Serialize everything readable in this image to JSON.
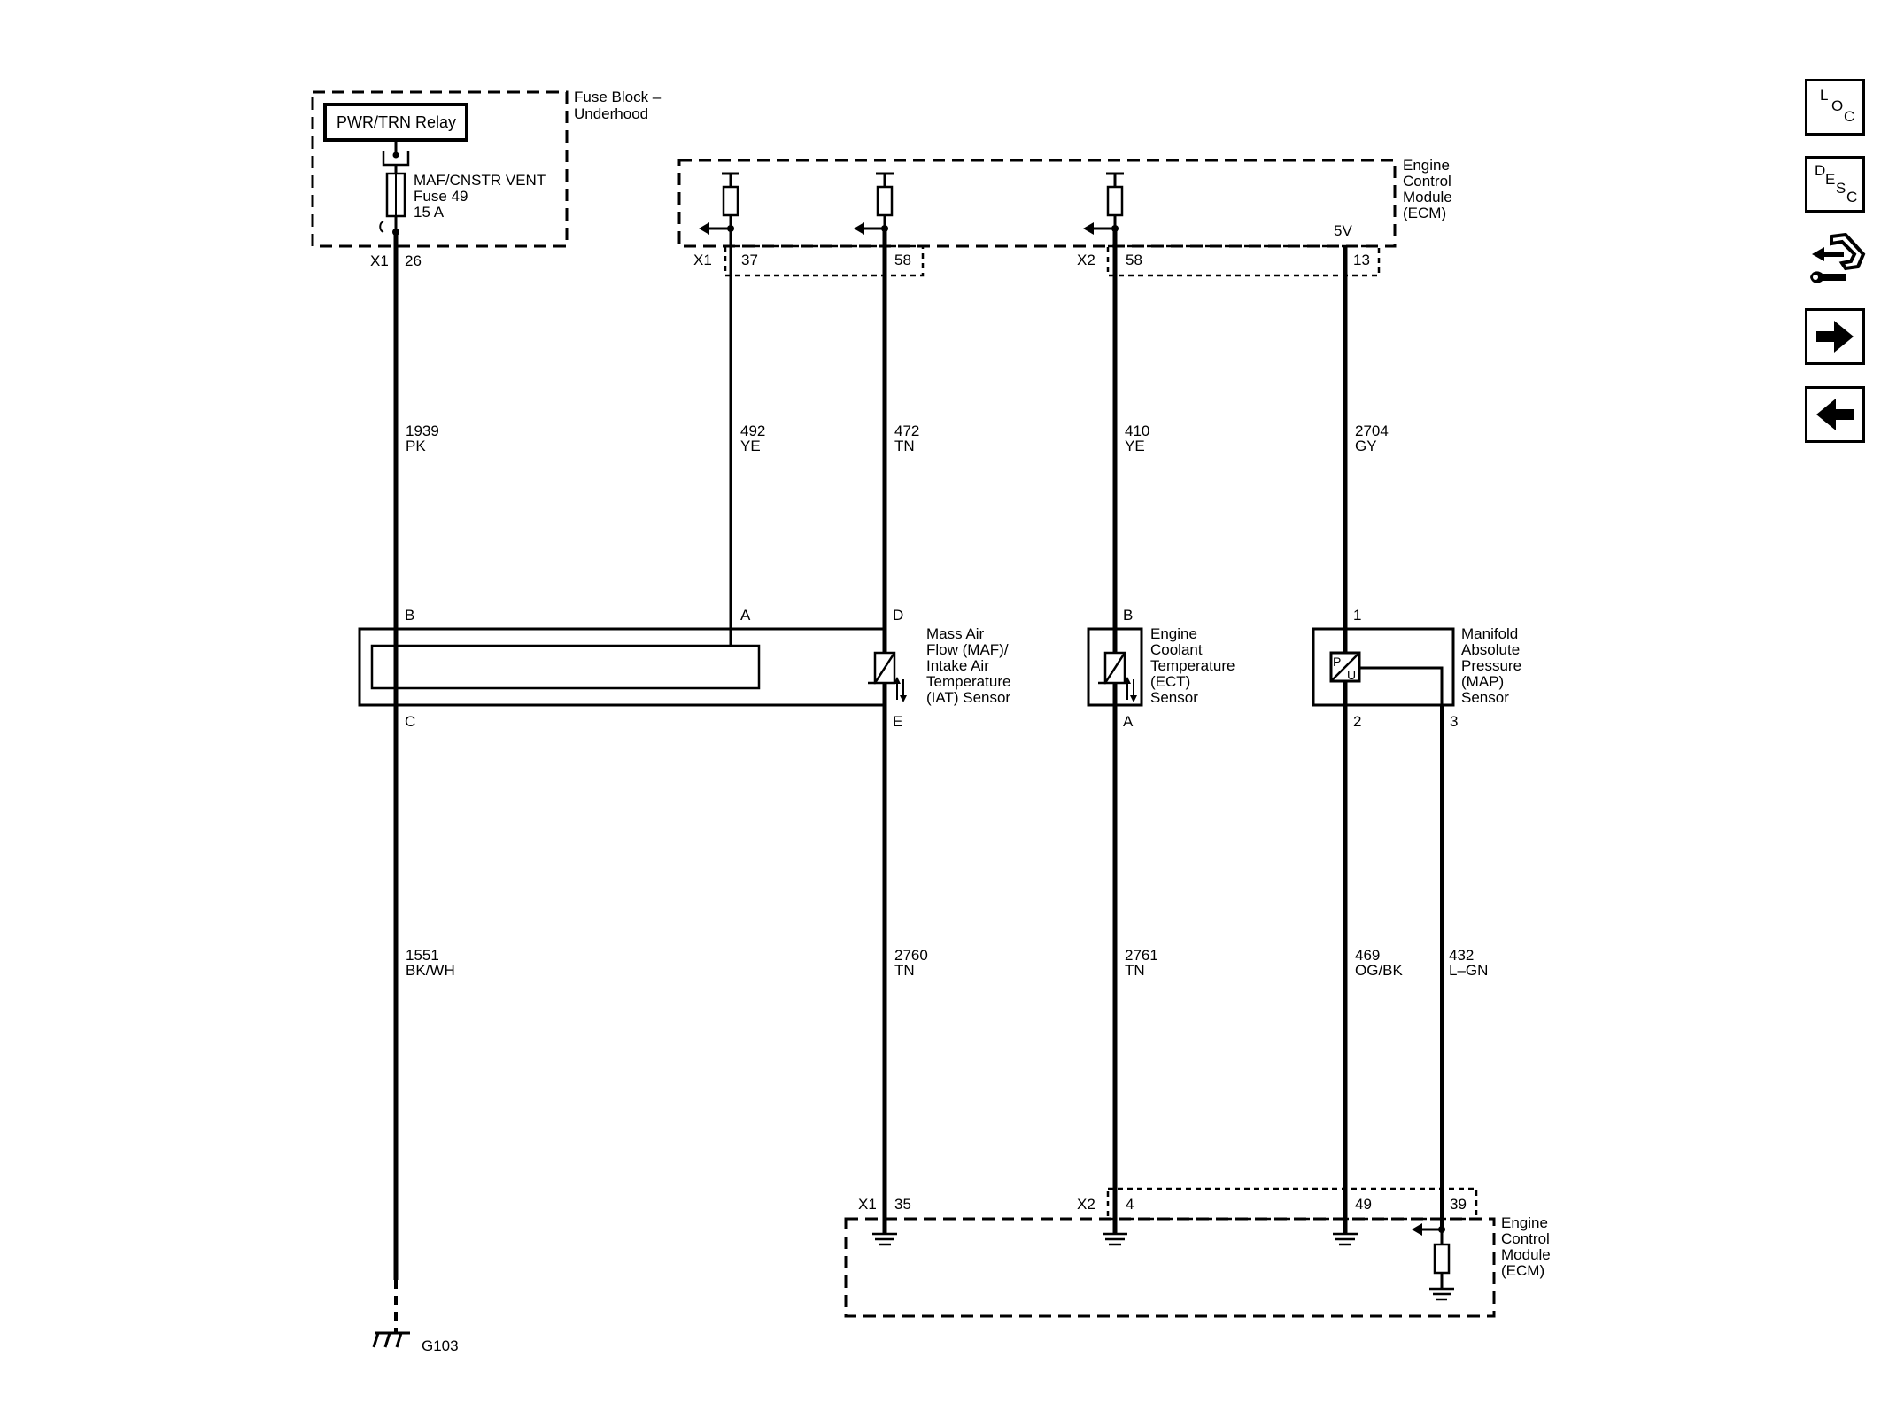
{
  "fuse_block": {
    "title_line1": "Fuse Block –",
    "title_line2": "Underhood",
    "relay_label": "PWR/TRN Relay",
    "fuse_line1": "MAF/CNSTR VENT",
    "fuse_line2": "Fuse 49",
    "fuse_line3": "15 A",
    "connector": "X1",
    "pin": "26"
  },
  "ecm_top": {
    "title_line1": "Engine",
    "title_line2": "Control",
    "title_line3": "Module",
    "title_line4": "(ECM)",
    "voltage": "5V",
    "conn_x1": "X1",
    "pin_37": "37",
    "pin_58a": "58",
    "conn_x2": "X2",
    "pin_58b": "58",
    "pin_13": "13"
  },
  "ecm_bottom": {
    "title_line1": "Engine",
    "title_line2": "Control",
    "title_line3": "Module",
    "title_line4": "(ECM)",
    "conn_x1": "X1",
    "pin_35": "35",
    "conn_x2": "X2",
    "pin_4": "4",
    "pin_49": "49",
    "pin_39": "39"
  },
  "wires": [
    {
      "circuit": "1939",
      "color": "PK"
    },
    {
      "circuit": "492",
      "color": "YE"
    },
    {
      "circuit": "472",
      "color": "TN"
    },
    {
      "circuit": "410",
      "color": "YE"
    },
    {
      "circuit": "2704",
      "color": "GY"
    },
    {
      "circuit": "1551",
      "color": "BK/WH"
    },
    {
      "circuit": "2760",
      "color": "TN"
    },
    {
      "circuit": "2761",
      "color": "TN"
    },
    {
      "circuit": "469",
      "color": "OG/BK"
    },
    {
      "circuit": "432",
      "color": "L–GN"
    }
  ],
  "maf_sensor": {
    "line1": "Mass Air",
    "line2": "Flow (MAF)/",
    "line3": "Intake Air",
    "line4": "Temperature",
    "line5": "(IAT) Sensor",
    "pin_b": "B",
    "pin_a": "A",
    "pin_d": "D",
    "pin_c": "C",
    "pin_e": "E"
  },
  "ect_sensor": {
    "line1": "Engine",
    "line2": "Coolant",
    "line3": "Temperature",
    "line4": "(ECT)",
    "line5": "Sensor",
    "pin_b": "B",
    "pin_a": "A"
  },
  "map_sensor": {
    "line1": "Manifold",
    "line2": "Absolute",
    "line3": "Pressure",
    "line4": "(MAP)",
    "line5": "Sensor",
    "pin_1": "1",
    "pin_2": "2",
    "pin_3": "3",
    "symbol_p": "P",
    "symbol_u": "U"
  },
  "ground": {
    "label": "G103"
  },
  "nav": {
    "loc_l": "L",
    "loc_o": "O",
    "loc_c": "C",
    "desc_d": "D",
    "desc_e": "E",
    "desc_s": "S",
    "desc_c": "C"
  }
}
